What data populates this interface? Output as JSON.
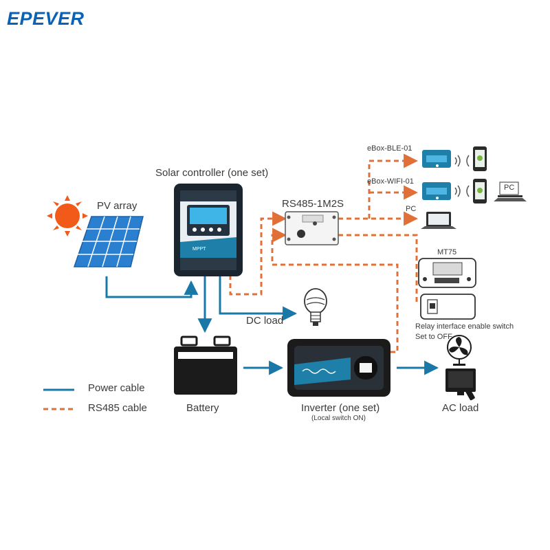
{
  "logo": {
    "text": "EPEVER",
    "color": "#0b62b4"
  },
  "labels": {
    "pv_array": "PV array",
    "solar_controller": "Solar controller (one set)",
    "rs485_module": "RS485-1M2S",
    "ebox_ble": "eBox-BLE-01",
    "ebox_wifi": "eBox-WIFI-01",
    "pc": "PC",
    "pc_badge": "PC",
    "mt75": "MT75",
    "relay_line1": "Relay interface enable switch",
    "relay_line2": "Set to OFF",
    "dc_load": "DC load",
    "battery": "Battery",
    "inverter": "Inverter (one set)",
    "inverter_note": "(Local switch ON)",
    "ac_load": "AC load"
  },
  "legend": [
    {
      "label": "Power cable",
      "style": "solid",
      "color": "#1a78a8"
    },
    {
      "label": "RS485 cable",
      "style": "dashed",
      "color": "#e07038"
    }
  ],
  "colors": {
    "power_cable": "#1a78a8",
    "rs485_cable": "#e07038",
    "device_teal": "#1e7fa8",
    "panel_blue": "#2a7fd0",
    "sun": "#f25a1a"
  },
  "icons": {
    "sun": "sun-icon",
    "solar_panel": "solar-panel-icon",
    "controller": "solar-controller-icon",
    "bulb": "bulb-icon",
    "battery": "battery-icon",
    "inverter": "inverter-icon",
    "fan": "fan-icon",
    "tv": "tv-icon",
    "phone": "phone-icon",
    "laptop": "laptop-icon",
    "wifi_signal": "wireless-signal-icon"
  }
}
